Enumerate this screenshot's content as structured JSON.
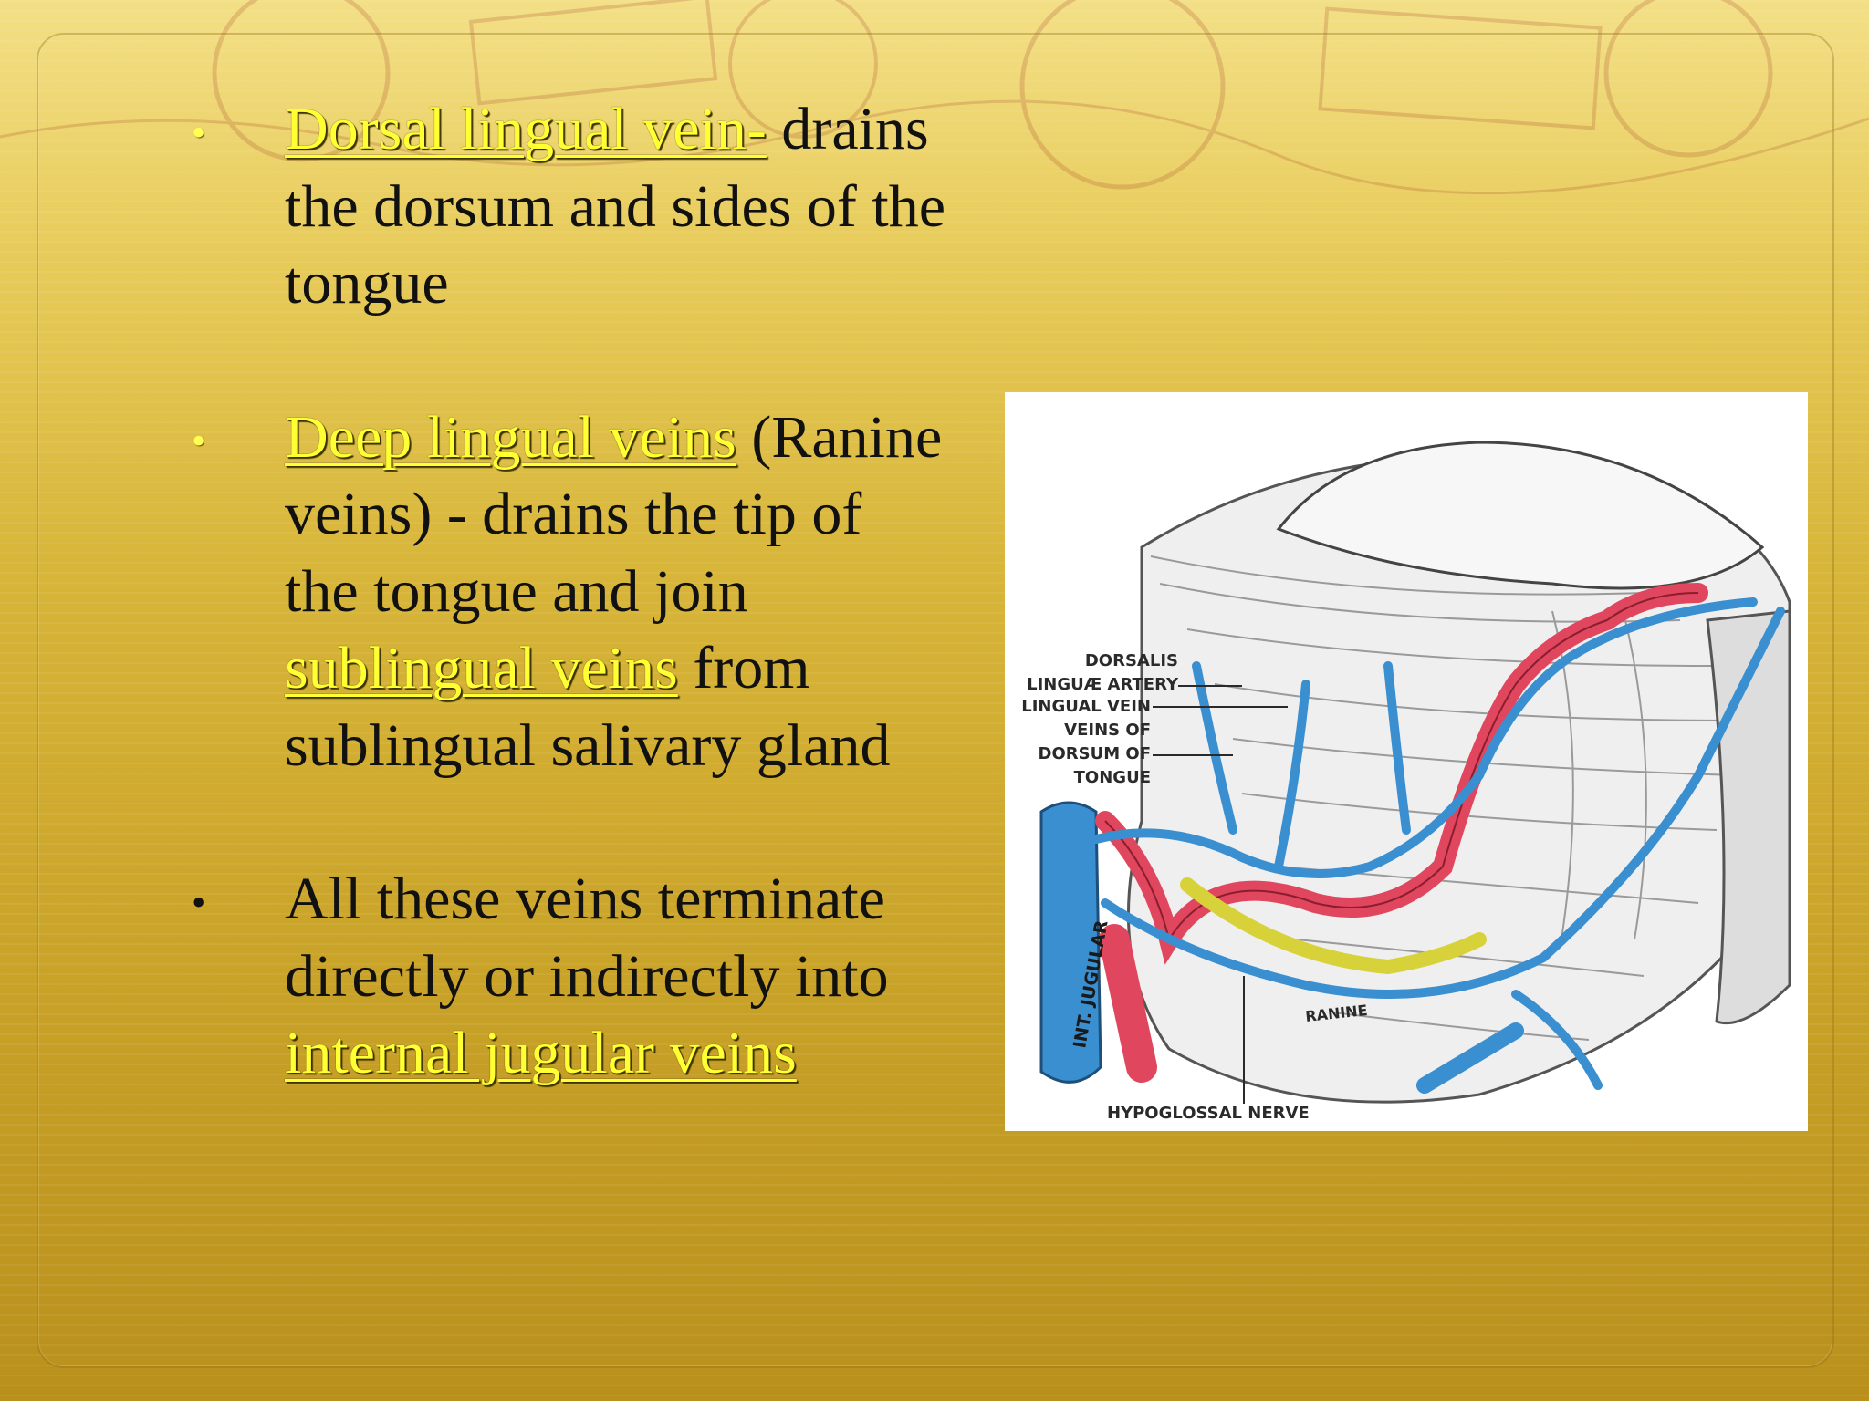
{
  "bullets": [
    {
      "bullet_char": "•",
      "link": "Dorsal lingual vein-",
      "text_after": "drains the dorsum and sides of the tongue"
    },
    {
      "bullet_char": "•",
      "link": "Deep lingual veins",
      "text_mid": "(Ranine veins) - drains the tip of the tongue and join",
      "link2": "sublingual veins",
      "text_after": "from sublingual salivary gland"
    },
    {
      "bullet_char": "•",
      "text_before": "All these veins terminate directly or indirectly into",
      "link": "internal jugular veins"
    }
  ],
  "figure": {
    "labels": {
      "dorsalis_1": "DORSALIS",
      "dorsalis_2": "LINGUÆ ARTERY",
      "lingual_vein": "LINGUAL VEIN",
      "veins_of": "VEINS OF",
      "dorsum_of": "DORSUM OF",
      "tongue": "TONGUE",
      "int_jugular": "INT. JUGULAR",
      "ranine": "RANINE",
      "hypoglossal": "HYPOGLOSSAL NERVE"
    }
  },
  "colors": {
    "link": "#ffff33",
    "vein": "#3a8fd0",
    "artery": "#e0475e",
    "nerve": "#d8d23a"
  }
}
